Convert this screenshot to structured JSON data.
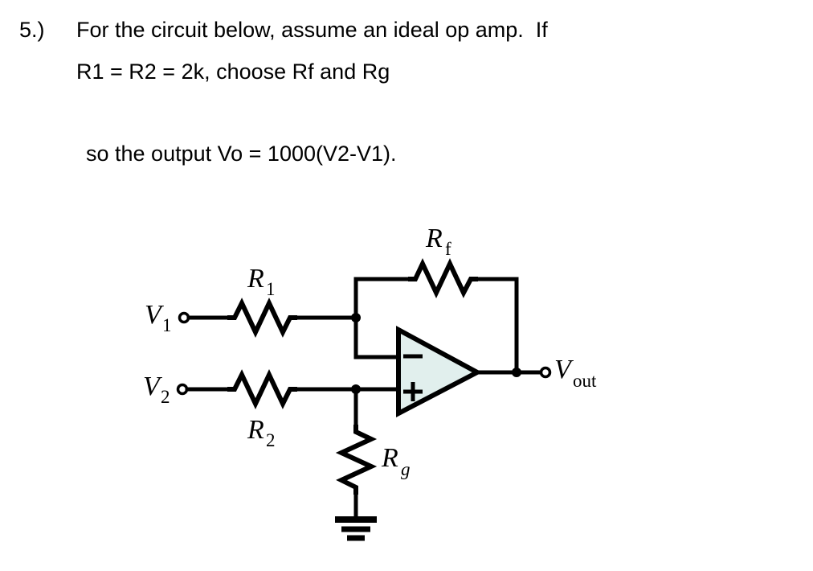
{
  "question": {
    "number": "5.)",
    "line_1": "For the circuit below, assume an ideal op amp.  If",
    "line_2": "R1 = R2 = 2k, choose Rf and Rg",
    "line_3": "so the output Vo = 1000(V2-V1)."
  },
  "circuit": {
    "title": "Difference amplifier with op amp",
    "labels": {
      "v1": "V",
      "v1_sub": "1",
      "v2": "V",
      "v2_sub": "2",
      "vout": "V",
      "vout_sub": "out",
      "r1": "R",
      "r1_sub": "1",
      "r2": "R",
      "r2_sub": "2",
      "rf": "R",
      "rf_sub": "f",
      "rg": "R",
      "rg_sub": "g",
      "minus": "−",
      "plus": "+"
    },
    "colors": {
      "wire": "#000000",
      "opamp_fill": "#e1efed",
      "background": "#ffffff"
    },
    "components": [
      {
        "name": "R1",
        "type": "resistor",
        "orientation": "horizontal"
      },
      {
        "name": "R2",
        "type": "resistor",
        "orientation": "horizontal"
      },
      {
        "name": "Rf",
        "type": "resistor",
        "orientation": "horizontal"
      },
      {
        "name": "Rg",
        "type": "resistor",
        "orientation": "vertical"
      },
      {
        "name": "op-amp",
        "type": "amplifier",
        "orientation": "right"
      },
      {
        "name": "ground",
        "type": "ground"
      }
    ],
    "terminals": [
      "V1",
      "V2",
      "Vout"
    ]
  }
}
